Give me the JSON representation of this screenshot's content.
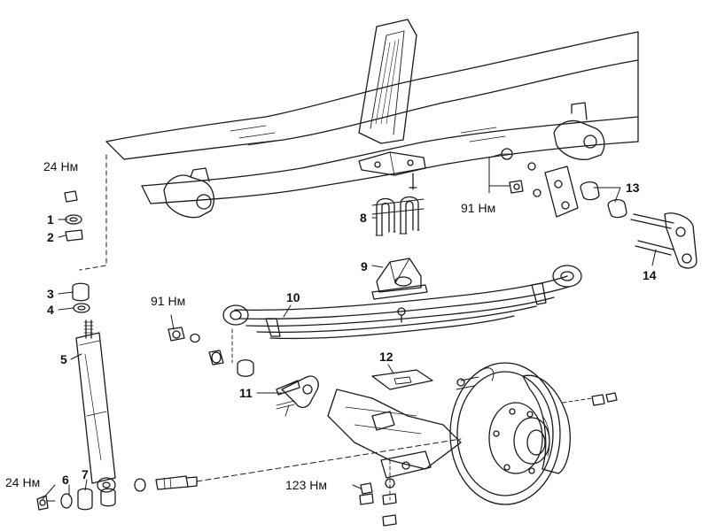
{
  "callouts": {
    "n1": "1",
    "n2": "2",
    "n3": "3",
    "n4": "4",
    "n5": "5",
    "n6": "6",
    "n7": "7",
    "n8": "8",
    "n9": "9",
    "n10": "10",
    "n11": "11",
    "n12": "12",
    "n13": "13",
    "n14": "14"
  },
  "torques": {
    "upper_shock": "24 Нм",
    "lower_shock": "24 Нм",
    "front_shackle": "91 Нм",
    "rear_shackle": "91 Нм",
    "u_bolt": "123 Нм"
  },
  "colors": {
    "line": "#1a1a1a",
    "background": "#ffffff"
  }
}
